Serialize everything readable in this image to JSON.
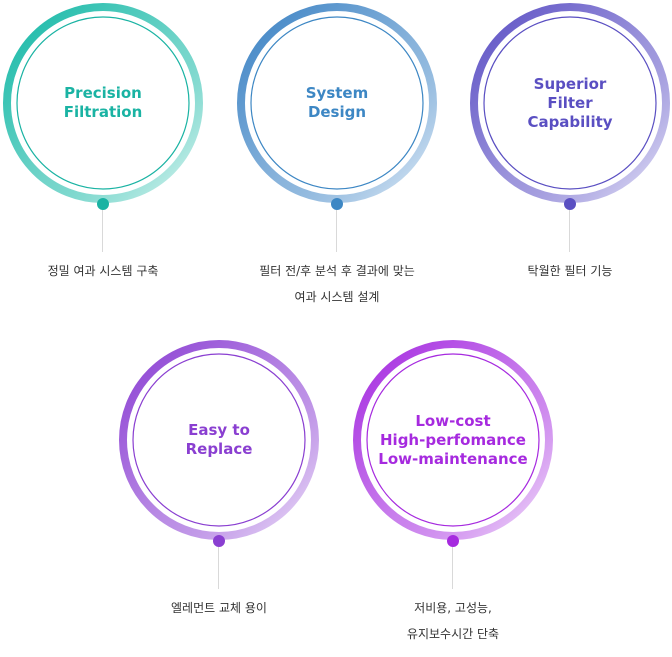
{
  "features": [
    {
      "title_lines": [
        "Precision",
        "Filtration"
      ],
      "desc_lines": [
        "정밀 여과 시스템 구축"
      ],
      "color": "#1ab3a3",
      "ring_start": "#14b8a6",
      "ring_end": "#e6f8f5"
    },
    {
      "title_lines": [
        "System",
        "Design"
      ],
      "desc_lines": [
        "필터 전/후 분석 후 결과에 맞는",
        "여과 시스템 설계"
      ],
      "color": "#3d87c4",
      "ring_start": "#3b82c4",
      "ring_end": "#e8f1fa"
    },
    {
      "title_lines": [
        "Superior",
        "Filter",
        "Capability"
      ],
      "desc_lines": [
        "탁월한 필터 기능"
      ],
      "color": "#5a4fc2",
      "ring_start": "#5b4fc4",
      "ring_end": "#ecebfa"
    },
    {
      "title_lines": [
        "Easy to",
        "Replace"
      ],
      "desc_lines": [
        "엘레먼트 교체 용이"
      ],
      "color": "#8a3fd1",
      "ring_start": "#8b3fd3",
      "ring_end": "#f3eafb"
    },
    {
      "title_lines": [
        "Low-cost",
        "High-perfomance",
        "Low-maintenance"
      ],
      "desc_lines": [
        "저비용, 고성능,",
        "유지보수시간 단축"
      ],
      "color": "#a62adf",
      "ring_start": "#a52ae0",
      "ring_end": "#f6e9fc"
    }
  ]
}
